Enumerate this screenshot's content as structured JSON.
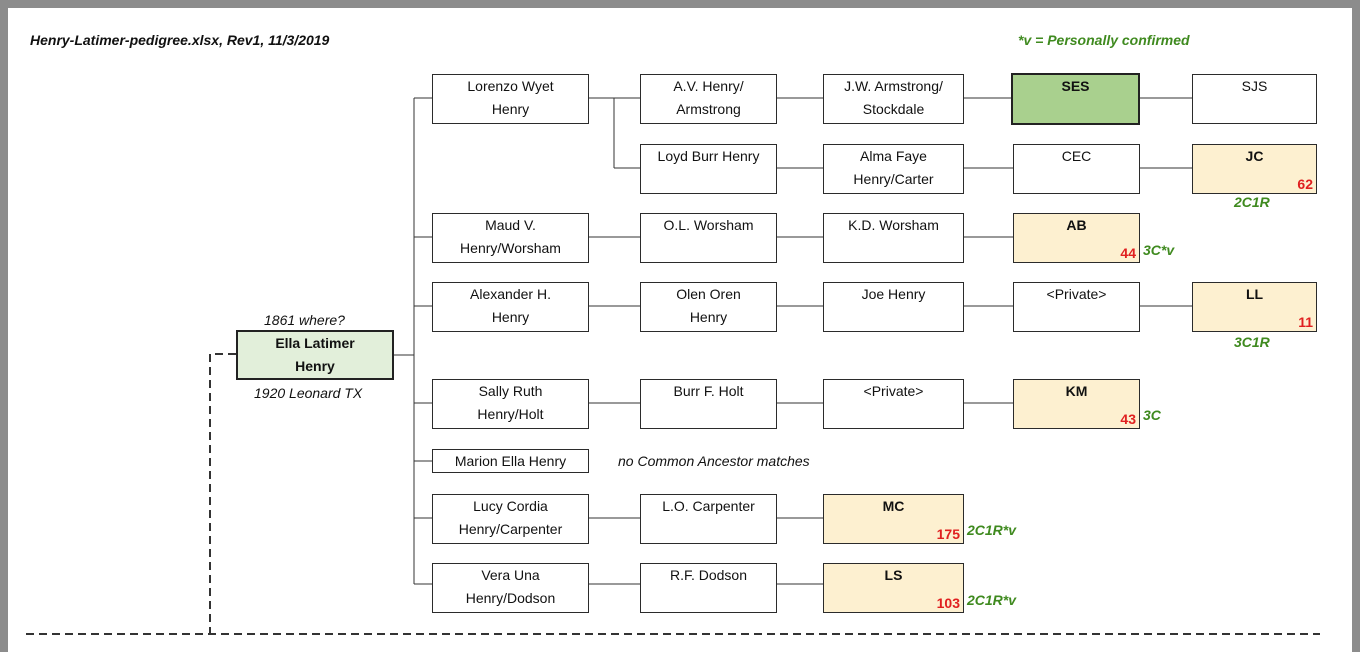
{
  "title": "Henry-Latimer-pedigree.xlsx, Rev1, 11/3/2019",
  "legend": "*v = Personally confirmed",
  "root": {
    "name": "Ella Latimer\nHenry",
    "birth": "1861 where?",
    "death": "1920 Leonard TX"
  },
  "people": {
    "lorenzo": "Lorenzo Wyet\nHenry",
    "av": "A.V. Henry/\nArmstrong",
    "jw": "J.W. Armstrong/\nStockdale",
    "ses": "SES",
    "sjs": "SJS",
    "loyd": "Loyd Burr Henry",
    "alma": "Alma Faye\nHenry/Carter",
    "cec": "CEC",
    "jc": "JC",
    "maud": "Maud V.\nHenry/Worsham",
    "ol": "O.L. Worsham",
    "kd": "K.D. Worsham",
    "ab": "AB",
    "alex": "Alexander H.\nHenry",
    "olen": "Olen Oren\nHenry",
    "joe": "Joe Henry",
    "priv1": "<Private>",
    "ll": "LL",
    "sally": "Sally Ruth\nHenry/Holt",
    "burr": "Burr F. Holt",
    "priv2": "<Private>",
    "km": "KM",
    "marion": "Marion Ella Henry",
    "lucy": "Lucy Cordia\nHenry/Carpenter",
    "lo": "L.O. Carpenter",
    "mc": "MC",
    "vera": "Vera Una\nHenry/Dodson",
    "rf": "R.F. Dodson",
    "ls": "LS"
  },
  "cm": {
    "jc": "62",
    "ab": "44",
    "ll": "11",
    "km": "43",
    "mc": "175",
    "ls": "103"
  },
  "rel": {
    "jc": "2C1R",
    "ab": "3C*v",
    "ll": "3C1R",
    "km": "3C",
    "mc": "2C1R*v",
    "ls": "2C1R*v"
  },
  "notes": {
    "marion": "no Common Ancestor matches"
  }
}
